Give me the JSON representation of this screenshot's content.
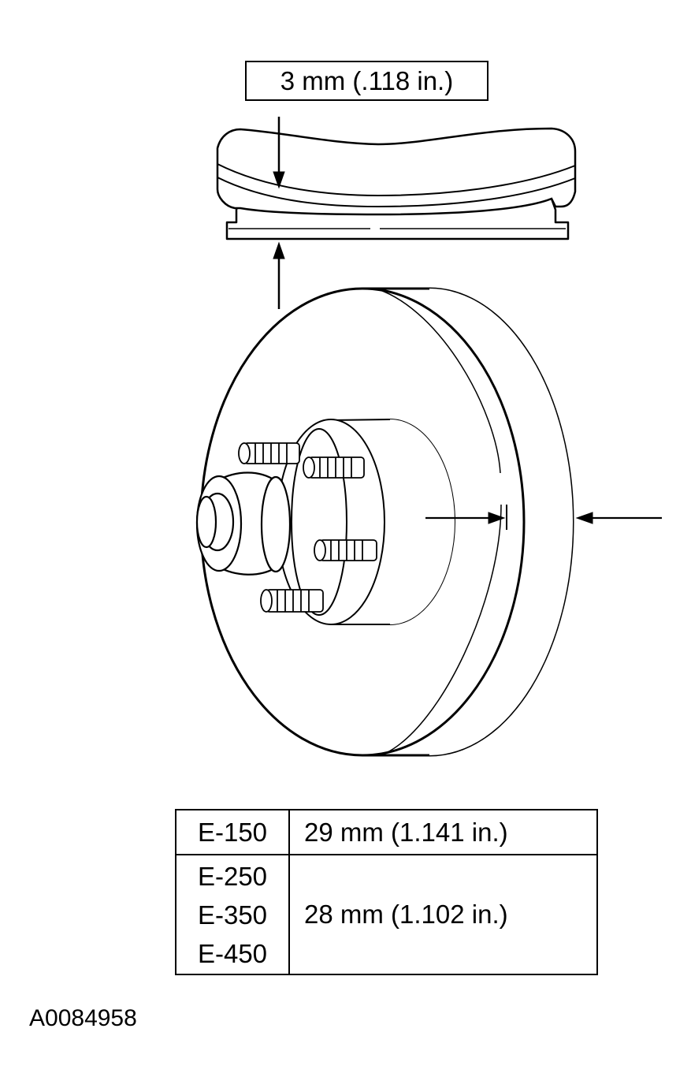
{
  "callout": {
    "label": "3 mm (.118 in.)"
  },
  "spec_table": {
    "rows": [
      {
        "models": [
          "E-150"
        ],
        "value": "29 mm (1.141 in.)"
      },
      {
        "models": [
          "E-250",
          "E-350",
          "E-450"
        ],
        "value": "28 mm (1.102 in.)"
      }
    ]
  },
  "figure_id": "A0084958"
}
